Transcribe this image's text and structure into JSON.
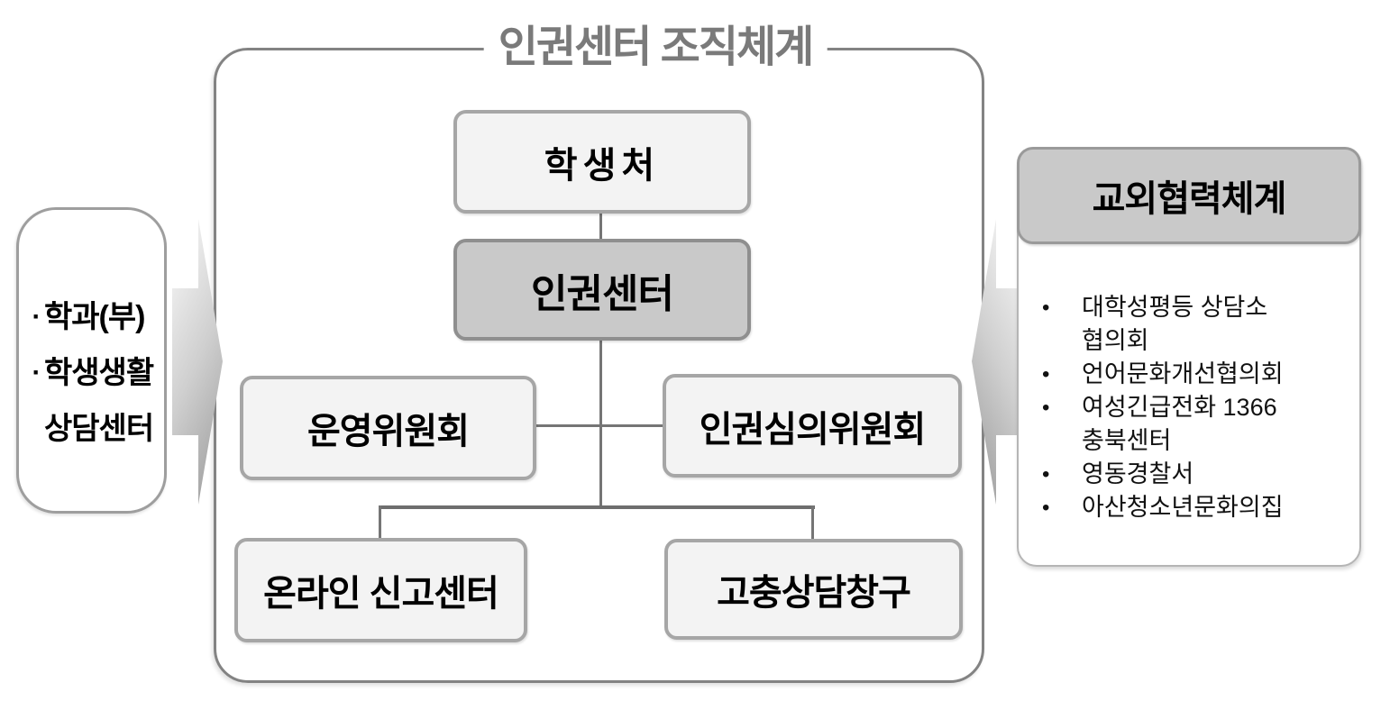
{
  "diagram": {
    "title": "인권센터 조직체계",
    "nodes": {
      "student_affairs": "학생처",
      "human_rights_center": "인권센터",
      "steering_committee": "운영위원회",
      "deliberation_committee": "인권심의위원회",
      "online_report_center": "온라인 신고센터",
      "grievance_counseling": "고충상담창구"
    },
    "left_panel": {
      "items": [
        {
          "bullet": "·",
          "text": "학과(부)"
        },
        {
          "bullet": "·",
          "text": "학생생활\n상담센터"
        }
      ]
    },
    "right_panel": {
      "header": "교외협력체계",
      "bullet": "•",
      "items": [
        "대학성평등 상담소\n협의회",
        "언어문화개선협의회",
        "여성긴급전화 1366\n충북센터",
        "영동경찰서",
        "아산청소년문화의집"
      ]
    },
    "colors": {
      "box_fill": "#f3f3f3",
      "box_border": "#a6a6a6",
      "highlight_fill": "#c9c9c9",
      "connector_line": "#757575",
      "title_text": "#7a7a7a",
      "text": "#000000"
    }
  }
}
